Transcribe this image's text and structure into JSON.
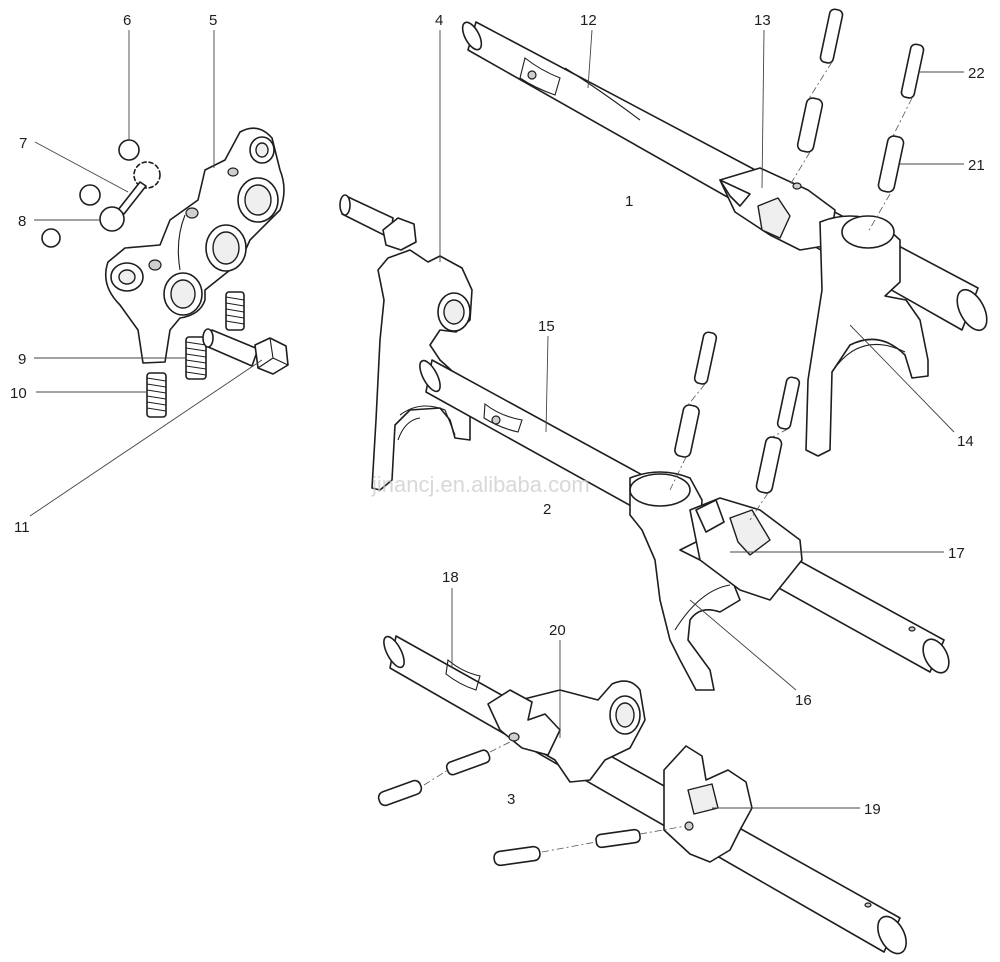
{
  "callouts": {
    "c1": "1",
    "c2": "2",
    "c3": "3",
    "c4": "4",
    "c5": "5",
    "c6": "6",
    "c7": "7",
    "c8": "8",
    "c9": "9",
    "c10": "10",
    "c11": "11",
    "c12": "12",
    "c13": "13",
    "c14": "14",
    "c15": "15",
    "c16": "16",
    "c17": "17",
    "c18": "18",
    "c19": "19",
    "c20": "20",
    "c21": "21",
    "c22": "22"
  },
  "watermark": "jinancj.en.alibaba.com"
}
